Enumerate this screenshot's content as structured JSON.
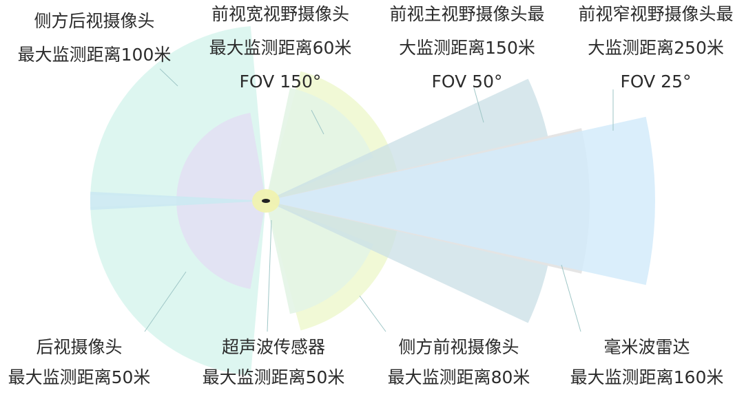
{
  "title": "",
  "colors": {
    "side_rear": "#d9f5ee",
    "rear": "#e2e2f2",
    "front_wide": "#eef8cf",
    "side_front": "#e3f4e6",
    "front_main": "#c9dfe6",
    "radar": "#e4e4e4",
    "front_narrow": "#d4ebfa",
    "ultrasonic": "#f0f2c0",
    "label_text": "#2b2b2b",
    "leader_line": "#9ec6c6",
    "car": "#222222"
  },
  "sensors": [
    {
      "id": "side-rear-camera",
      "lines": [
        "侧方后视摄像头",
        "最大监测距离100米"
      ]
    },
    {
      "id": "front-wide-camera",
      "lines": [
        "前视宽视野摄像头",
        "最大监测距离60米",
        "FOV 150°"
      ]
    },
    {
      "id": "front-main-camera",
      "lines": [
        "前视主视野摄像头最",
        "大监测距离150米",
        "FOV 50°"
      ]
    },
    {
      "id": "front-narrow-camera",
      "lines": [
        "前视窄视野摄像头最",
        "大监测距离250米",
        "FOV 25°"
      ]
    },
    {
      "id": "rear-camera",
      "lines": [
        "后视摄像头",
        "最大监测距离50米"
      ]
    },
    {
      "id": "ultrasonic-sensor",
      "lines": [
        "超声波传感器",
        "最大监测距离50米"
      ]
    },
    {
      "id": "side-front-camera",
      "lines": [
        "侧方前视摄像头",
        "最大监测距离80米"
      ]
    },
    {
      "id": "mmwave-radar",
      "lines": [
        "毫米波雷达",
        "最大监测距离160米"
      ]
    }
  ]
}
